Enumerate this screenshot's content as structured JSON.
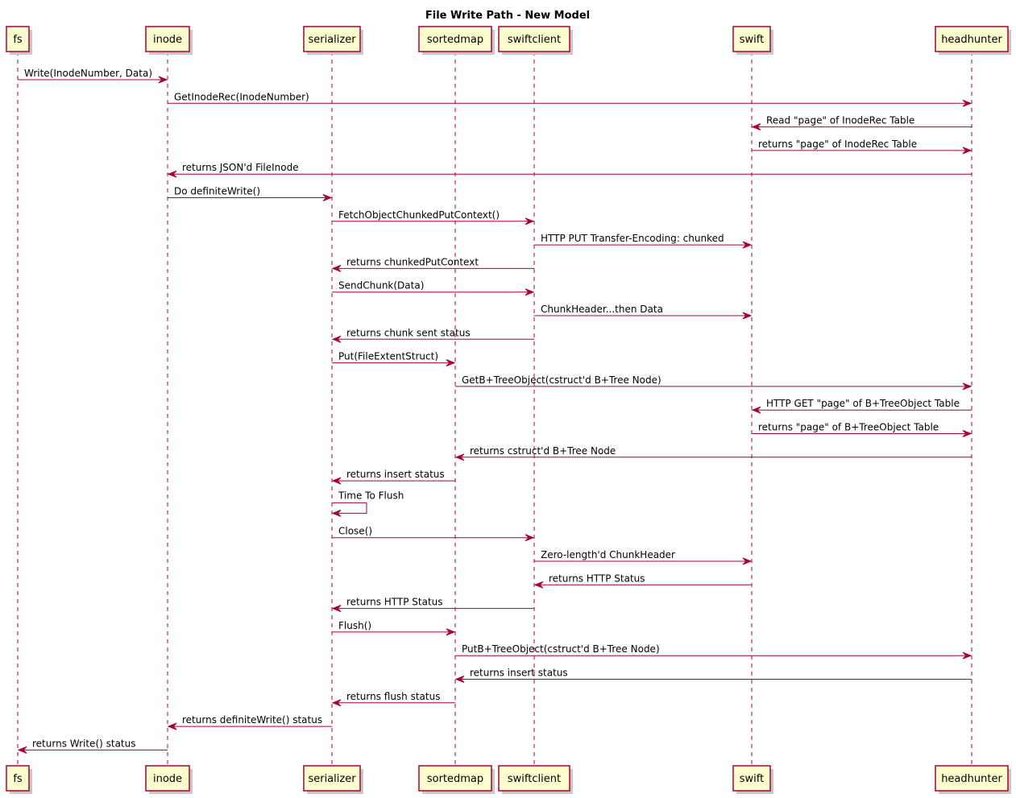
{
  "title": "File Write Path - New Model",
  "colors": {
    "box_fill": "#FEFECE",
    "line": "#A80036",
    "text": "#000000"
  },
  "participants": [
    {
      "id": "fs",
      "label": "fs"
    },
    {
      "id": "inode",
      "label": "inode"
    },
    {
      "id": "serializer",
      "label": "serializer"
    },
    {
      "id": "sortedmap",
      "label": "sortedmap"
    },
    {
      "id": "swiftclient",
      "label": "swiftclient"
    },
    {
      "id": "swift",
      "label": "swift"
    },
    {
      "id": "headhunter",
      "label": "headhunter"
    }
  ],
  "messages": [
    {
      "from": "fs",
      "to": "inode",
      "label": "Write(InodeNumber, Data)"
    },
    {
      "from": "inode",
      "to": "headhunter",
      "label": "GetInodeRec(InodeNumber)"
    },
    {
      "from": "headhunter",
      "to": "swift",
      "label": "Read \"page\" of InodeRec Table"
    },
    {
      "from": "swift",
      "to": "headhunter",
      "label": "returns \"page\" of InodeRec Table"
    },
    {
      "from": "headhunter",
      "to": "inode",
      "label": "returns JSON'd FileInode"
    },
    {
      "from": "inode",
      "to": "serializer",
      "label": "Do definiteWrite()"
    },
    {
      "from": "serializer",
      "to": "swiftclient",
      "label": "FetchObjectChunkedPutContext()"
    },
    {
      "from": "swiftclient",
      "to": "swift",
      "label": "HTTP PUT Transfer-Encoding: chunked"
    },
    {
      "from": "swiftclient",
      "to": "serializer",
      "label": "returns chunkedPutContext"
    },
    {
      "from": "serializer",
      "to": "swiftclient",
      "label": "SendChunk(Data)"
    },
    {
      "from": "swiftclient",
      "to": "swift",
      "label": "ChunkHeader...then Data"
    },
    {
      "from": "swiftclient",
      "to": "serializer",
      "label": "returns chunk sent status"
    },
    {
      "from": "serializer",
      "to": "sortedmap",
      "label": "Put(FileExtentStruct)"
    },
    {
      "from": "sortedmap",
      "to": "headhunter",
      "label": "GetB+TreeObject(cstruct'd B+Tree Node)"
    },
    {
      "from": "headhunter",
      "to": "swift",
      "label": "HTTP GET \"page\" of B+TreeObject Table"
    },
    {
      "from": "swift",
      "to": "headhunter",
      "label": "returns \"page\" of B+TreeObject Table"
    },
    {
      "from": "headhunter",
      "to": "sortedmap",
      "label": "returns cstruct'd B+Tree Node"
    },
    {
      "from": "sortedmap",
      "to": "serializer",
      "label": "returns insert status"
    },
    {
      "from": "serializer",
      "to": "serializer",
      "label": "Time To Flush"
    },
    {
      "from": "serializer",
      "to": "swiftclient",
      "label": "Close()"
    },
    {
      "from": "swiftclient",
      "to": "swift",
      "label": "Zero-length'd ChunkHeader"
    },
    {
      "from": "swift",
      "to": "swiftclient",
      "label": "returns HTTP Status"
    },
    {
      "from": "swiftclient",
      "to": "serializer",
      "label": "returns HTTP Status"
    },
    {
      "from": "serializer",
      "to": "sortedmap",
      "label": "Flush()"
    },
    {
      "from": "sortedmap",
      "to": "headhunter",
      "label": "PutB+TreeObject(cstruct'd B+Tree Node)"
    },
    {
      "from": "headhunter",
      "to": "sortedmap",
      "label": "returns insert status"
    },
    {
      "from": "sortedmap",
      "to": "serializer",
      "label": "returns flush status"
    },
    {
      "from": "serializer",
      "to": "inode",
      "label": "returns definiteWrite() status"
    },
    {
      "from": "inode",
      "to": "fs",
      "label": "returns Write() status"
    }
  ]
}
